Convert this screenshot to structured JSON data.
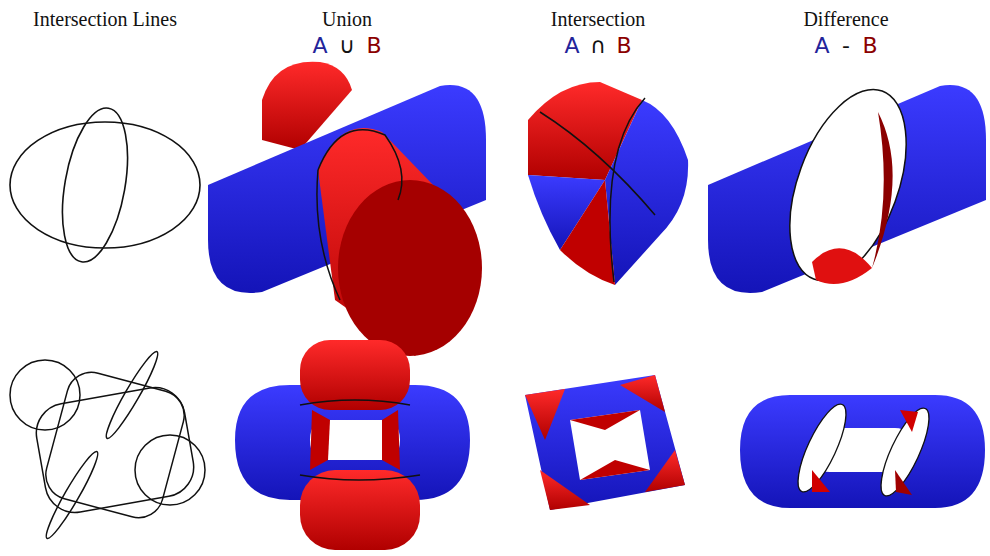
{
  "diagram": {
    "labels": [
      "Intersection Lines",
      "Union",
      "A",
      "∪",
      "B",
      "Intersection",
      "A",
      "∩",
      "B",
      "Difference",
      "A",
      "-",
      "B"
    ]
  }
}
